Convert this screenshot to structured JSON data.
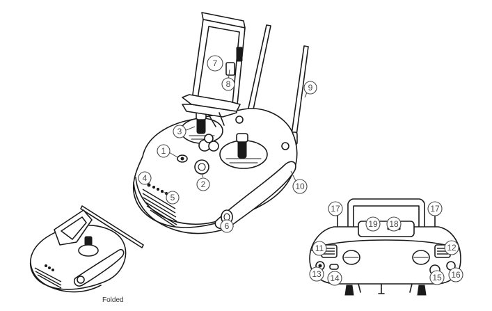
{
  "caption": "Folded",
  "callouts": [
    "1",
    "2",
    "3",
    "4",
    "5",
    "6",
    "7",
    "8",
    "9",
    "10",
    "11",
    "12",
    "13",
    "14",
    "15",
    "16",
    "17",
    "18",
    "19"
  ]
}
